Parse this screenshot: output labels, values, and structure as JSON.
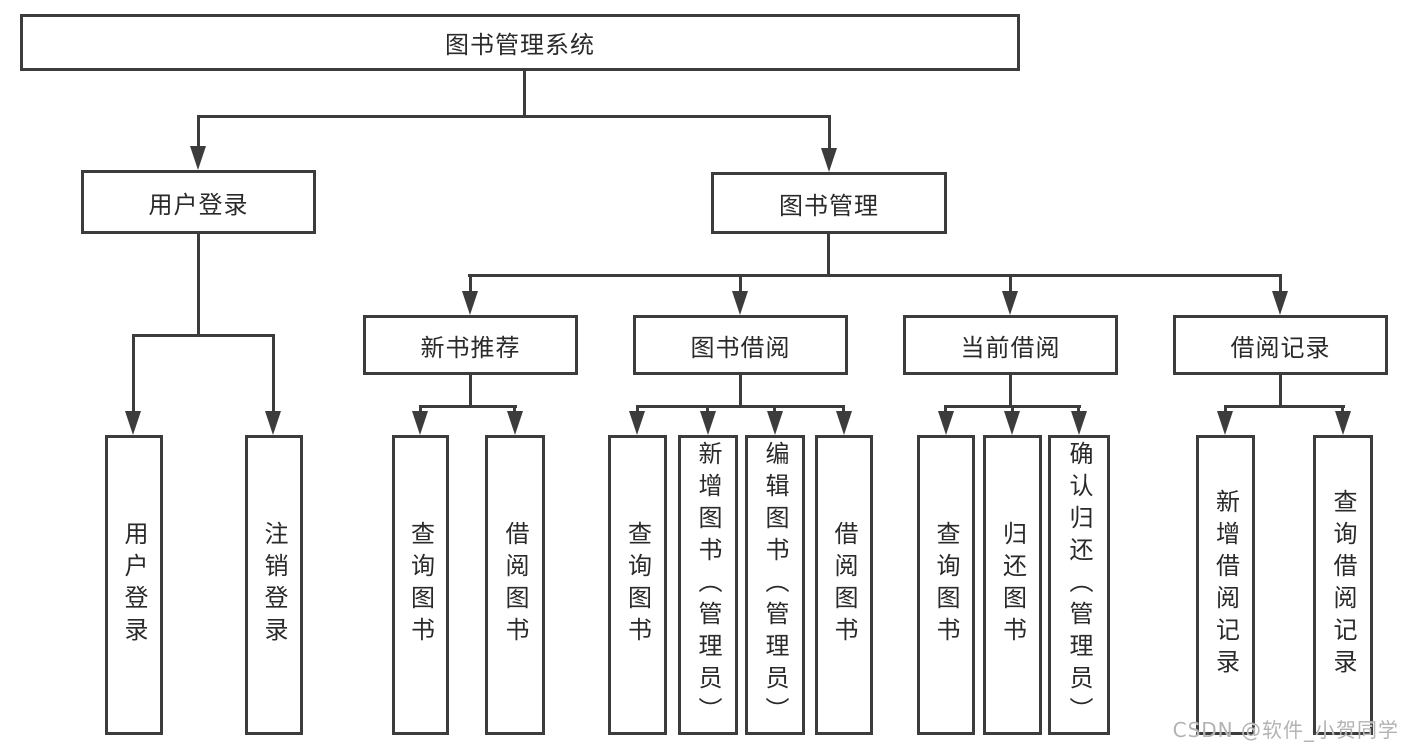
{
  "nodes": {
    "root": {
      "label": "图书管理系统"
    },
    "level2": [
      {
        "label": "用户登录"
      },
      {
        "label": "图书管理"
      }
    ],
    "level3": [
      {
        "label": "新书推荐"
      },
      {
        "label": "图书借阅"
      },
      {
        "label": "当前借阅"
      },
      {
        "label": "借阅记录"
      }
    ],
    "leaves": [
      {
        "label": "用户登录"
      },
      {
        "label": "注销登录"
      },
      {
        "label": "查询图书"
      },
      {
        "label": "借阅图书"
      },
      {
        "label": "查询图书"
      },
      {
        "label": "新增图书（管理员）"
      },
      {
        "label": "编辑图书（管理员）"
      },
      {
        "label": "借阅图书"
      },
      {
        "label": "查询图书"
      },
      {
        "label": "归还图书"
      },
      {
        "label": "确认归还（管理员）"
      },
      {
        "label": "新增借阅记录"
      },
      {
        "label": "查询借阅记录"
      }
    ]
  },
  "watermark": {
    "text": "CSDN @软件_小贺同学"
  },
  "colors": {
    "line": "#3c3c3c",
    "text": "#2a2a2a",
    "watermark": "#b3b3b3",
    "background": "#ffffff"
  }
}
